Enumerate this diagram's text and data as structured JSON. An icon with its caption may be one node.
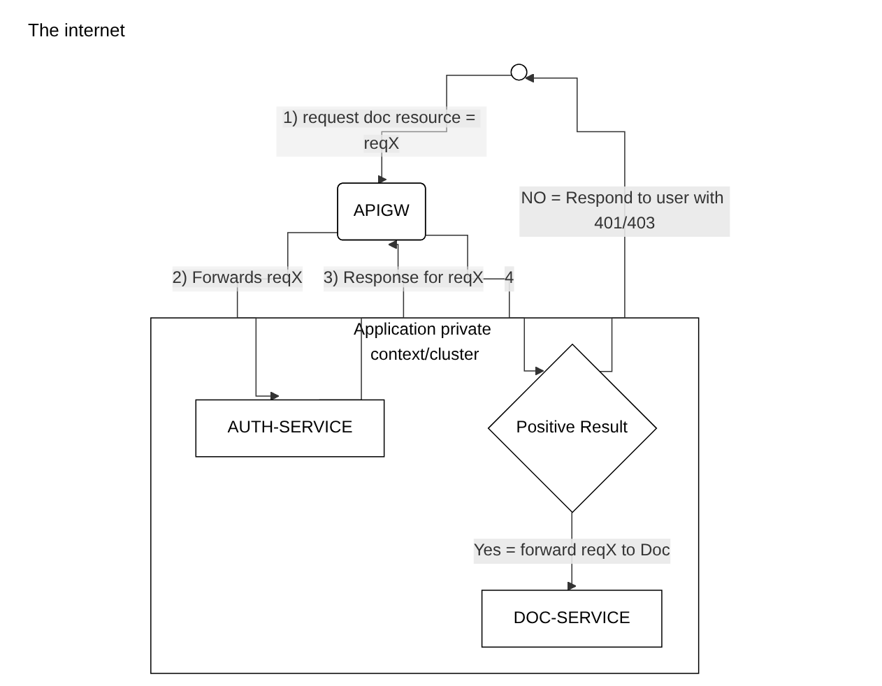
{
  "diagram": {
    "nodes": [
      {
        "text": [],
        "shape": "person"
      },
      {
        "text": [
          "APIGW"
        ]
      },
      {
        "text": [
          "Application private context/cluster"
        ]
      },
      {
        "text": [
          "AUTH-SERVICE"
        ],
        "in": 2
      },
      {
        "text": [
          "Positive Result"
        ],
        "in": 2
      },
      {
        "text": [
          "DOC-SERVICE"
        ],
        "in": 2
      }
    ],
    "edges": [
      {
        "from": 0,
        "to": 1,
        "arrow": "to",
        "label": "1) request doc resource = reqX"
      },
      {
        "from": 1,
        "to": 3,
        "arrow": "to",
        "label": "2) Forwards reqX"
      },
      {
        "from": 3,
        "to": 1,
        "arrow": "to",
        "label": "3) Response for reqX"
      },
      {
        "from": 1,
        "to": 4,
        "arrow": "to",
        "label": "4"
      },
      {
        "from": 4,
        "to": 0,
        "arrow": "to",
        "label": "NO = Respond to user with 401/403"
      },
      {
        "from": 4,
        "to": 5,
        "arrow": "to",
        "label": "Yes = forward reqX to Doc"
      }
    ],
    "labels": [
      "The internet"
    ]
  }
}
